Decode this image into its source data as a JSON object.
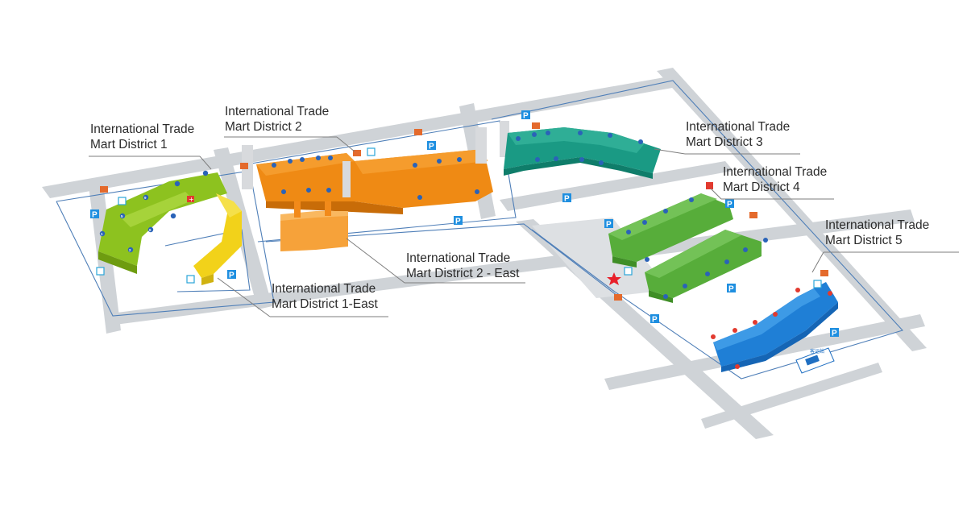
{
  "districts": [
    {
      "id": "d1",
      "line1": "International Trade",
      "line2": "Mart District 1",
      "color": "#8dc21f"
    },
    {
      "id": "d1e",
      "line1": "International Trade",
      "line2": "Mart District 1-East",
      "color": "#f2d21a"
    },
    {
      "id": "d2",
      "line1": "International Trade",
      "line2": "Mart District 2",
      "color": "#ef8a14"
    },
    {
      "id": "d2e",
      "line1": "International Trade",
      "line2": "Mart District 2 - East",
      "color": "#f6a23a"
    },
    {
      "id": "d3",
      "line1": "International Trade",
      "line2": "Mart District 3",
      "color": "#1a9a84"
    },
    {
      "id": "d4",
      "line1": "International Trade",
      "line2": "Mart District 4",
      "color": "#57ad3a"
    },
    {
      "id": "d5",
      "line1": "International Trade",
      "line2": "Mart District 5",
      "color": "#1f7fd6"
    }
  ],
  "markers": {
    "parking": "P",
    "bus_station": "客运站"
  },
  "colors": {
    "road": "#cfd3d7",
    "boundary": "#4f7fb8",
    "parking": "#1f8fe0",
    "exit": "#2aa5d8",
    "toilet": "#ffffff",
    "hospital": "#e23a2f",
    "restaurant": "#e46a2c",
    "you_are_here": "#e8202a"
  },
  "icons": [
    "parking-icon",
    "restroom-icon",
    "exit-icon",
    "first-aid-icon",
    "restaurant-icon",
    "bus-station-icon",
    "star-icon"
  ]
}
